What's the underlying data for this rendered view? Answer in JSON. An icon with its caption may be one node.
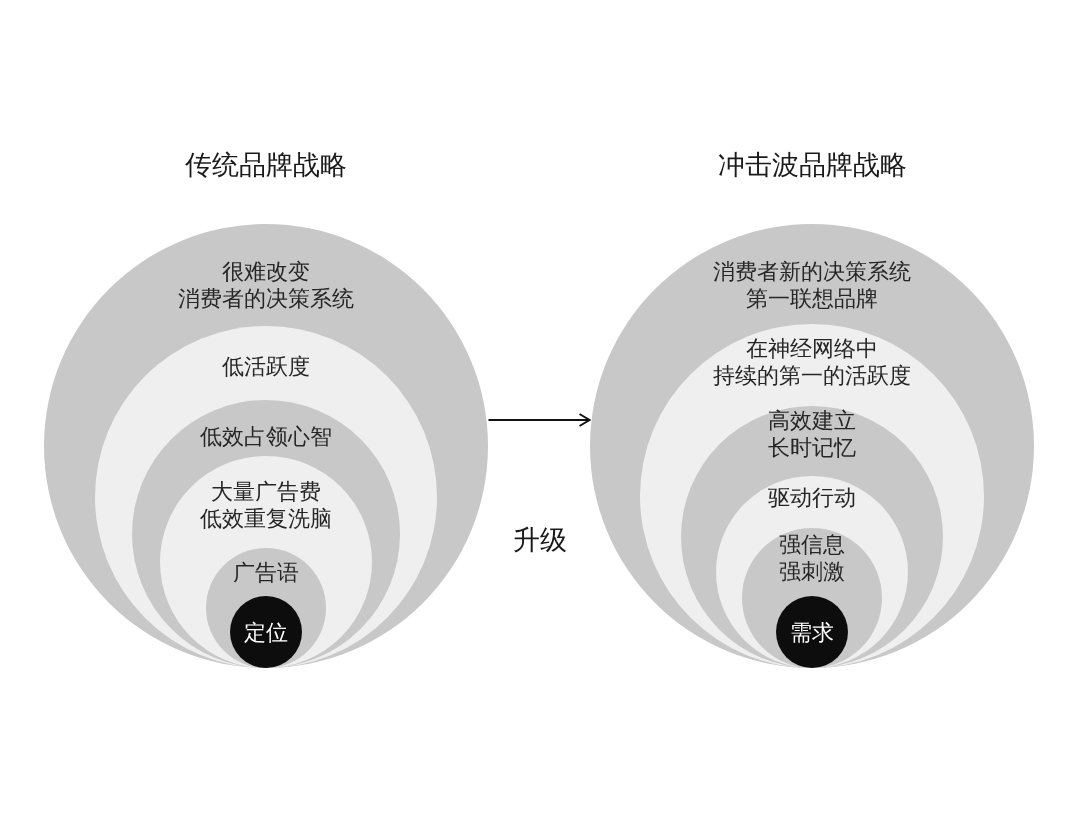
{
  "diagram": {
    "nodes": [
      {
        "text": [
          "传统品牌战略",
          "很难改变消费者的决策系统"
        ]
      },
      {
        "text": [
          "低活跃度"
        ],
        "in": 0
      },
      {
        "text": [
          "低效占领心智"
        ],
        "in": 1
      },
      {
        "text": [
          "大量广告费低效重复洗脑"
        ],
        "in": 2
      },
      {
        "text": [
          "广告语"
        ],
        "in": 3
      },
      {
        "text": [
          "定位"
        ],
        "in": 4
      },
      {
        "text": [
          "冲击波品牌战略",
          "消费者新的决策系统第一联想品牌"
        ]
      },
      {
        "text": [
          "在神经网络中持续的第一的活跃度"
        ],
        "in": 6
      },
      {
        "text": [
          "高效建立长时记忆"
        ],
        "in": 7
      },
      {
        "text": [
          "驱动行动"
        ],
        "in": 8
      },
      {
        "text": [
          "强信息强刺激"
        ],
        "in": 9
      },
      {
        "text": [
          "需求"
        ],
        "in": 10
      }
    ],
    "edges": [
      {
        "from": 0,
        "to": 6,
        "arrow": "to",
        "label": "升级"
      }
    ]
  }
}
